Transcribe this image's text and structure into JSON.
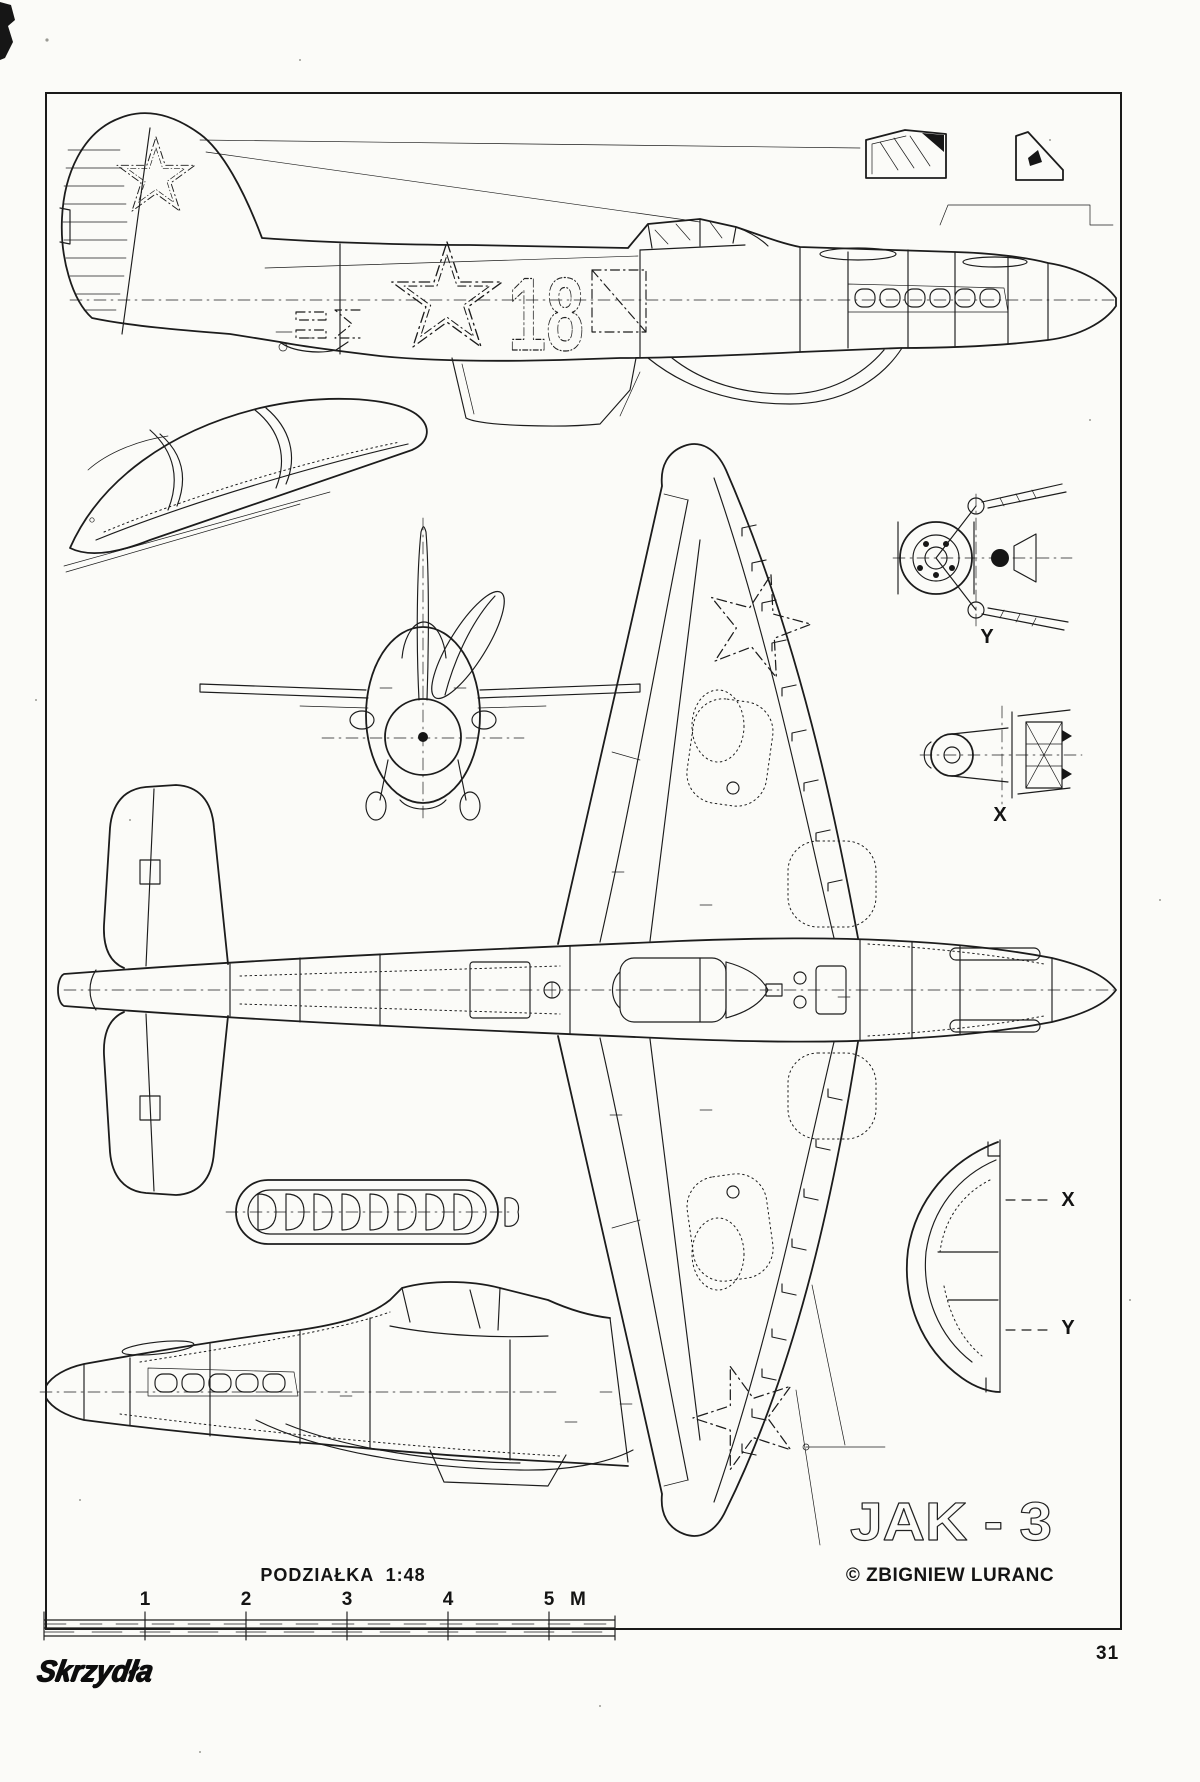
{
  "page": {
    "number": "31",
    "logo": "Skrzydła"
  },
  "plate": {
    "title": "JAK - 3",
    "credit": "© ZBIGNIEW LURANC",
    "scale": {
      "label": "PODZIAŁKA  1:48",
      "ticks": [
        "1",
        "2",
        "3",
        "4",
        "5"
      ],
      "unit": "M"
    },
    "markings": {
      "tactical_number": "18"
    },
    "details": {
      "main_gear": "Y",
      "tail_wheel": "X",
      "section_x": "X",
      "section_y": "Y"
    }
  },
  "colors": {
    "ink": "#1c1c1c",
    "paper": "#fbfbf8"
  }
}
